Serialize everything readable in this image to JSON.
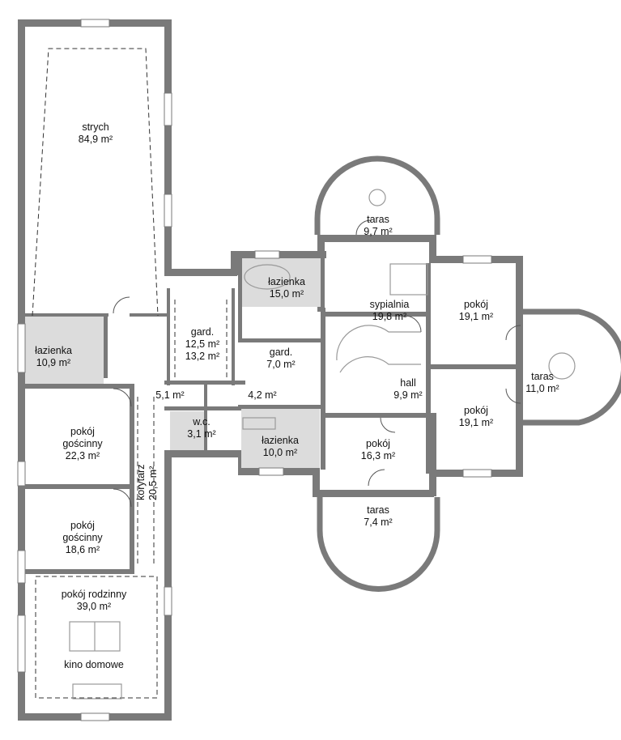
{
  "rooms": {
    "strych": {
      "name": "strych",
      "area": "84,9 m²"
    },
    "lazienka_left": {
      "name": "łazienka",
      "area": "10,9 m²"
    },
    "pokoj_goscinny_1": {
      "name": "pokój\ngościnny",
      "area": "22,3 m²"
    },
    "pokoj_goscinny_2": {
      "name": "pokój\ngościnny",
      "area": "18,6 m²"
    },
    "pokoj_rodzinny": {
      "name": "pokój rodzinny",
      "area": "39,0 m²"
    },
    "kino": {
      "name": "kino domowe"
    },
    "korytarz": {
      "name": "korytarz",
      "area": "20,5 m²"
    },
    "gard_left": {
      "name": "gard.",
      "area1": "12,5 m²",
      "area2": "13,2 m²"
    },
    "lazienka_top": {
      "name": "łazienka",
      "area": "15,0 m²"
    },
    "gard_mid": {
      "name": "gard.",
      "area": "7,0 m²"
    },
    "small_51": {
      "area": "5,1 m²"
    },
    "small_42": {
      "area": "4,2 m²"
    },
    "wc": {
      "name": "w.c.",
      "area": "3,1 m²"
    },
    "lazienka_mid": {
      "name": "łazienka",
      "area": "10,0 m²"
    },
    "taras_top": {
      "name": "taras",
      "area": "9,7 m²"
    },
    "sypialnia": {
      "name": "sypialnia",
      "area": "19,8 m²"
    },
    "pokoj_r1": {
      "name": "pokój",
      "area": "19,1 m²"
    },
    "pokoj_r2": {
      "name": "pokój",
      "area": "19,1 m²"
    },
    "taras_right": {
      "name": "taras",
      "area": "11,0 m²"
    },
    "hall": {
      "name": "hall",
      "area": "9,9 m²"
    },
    "pokoj_mid": {
      "name": "pokój",
      "area": "16,3 m²"
    },
    "taras_bottom": {
      "name": "taras",
      "area": "7,4 m²"
    }
  },
  "colors": {
    "wall": "#6e6e6e",
    "wall_light": "#a9a9a9",
    "floor_tile": "#dcdcdc",
    "window": "#ffffff"
  }
}
